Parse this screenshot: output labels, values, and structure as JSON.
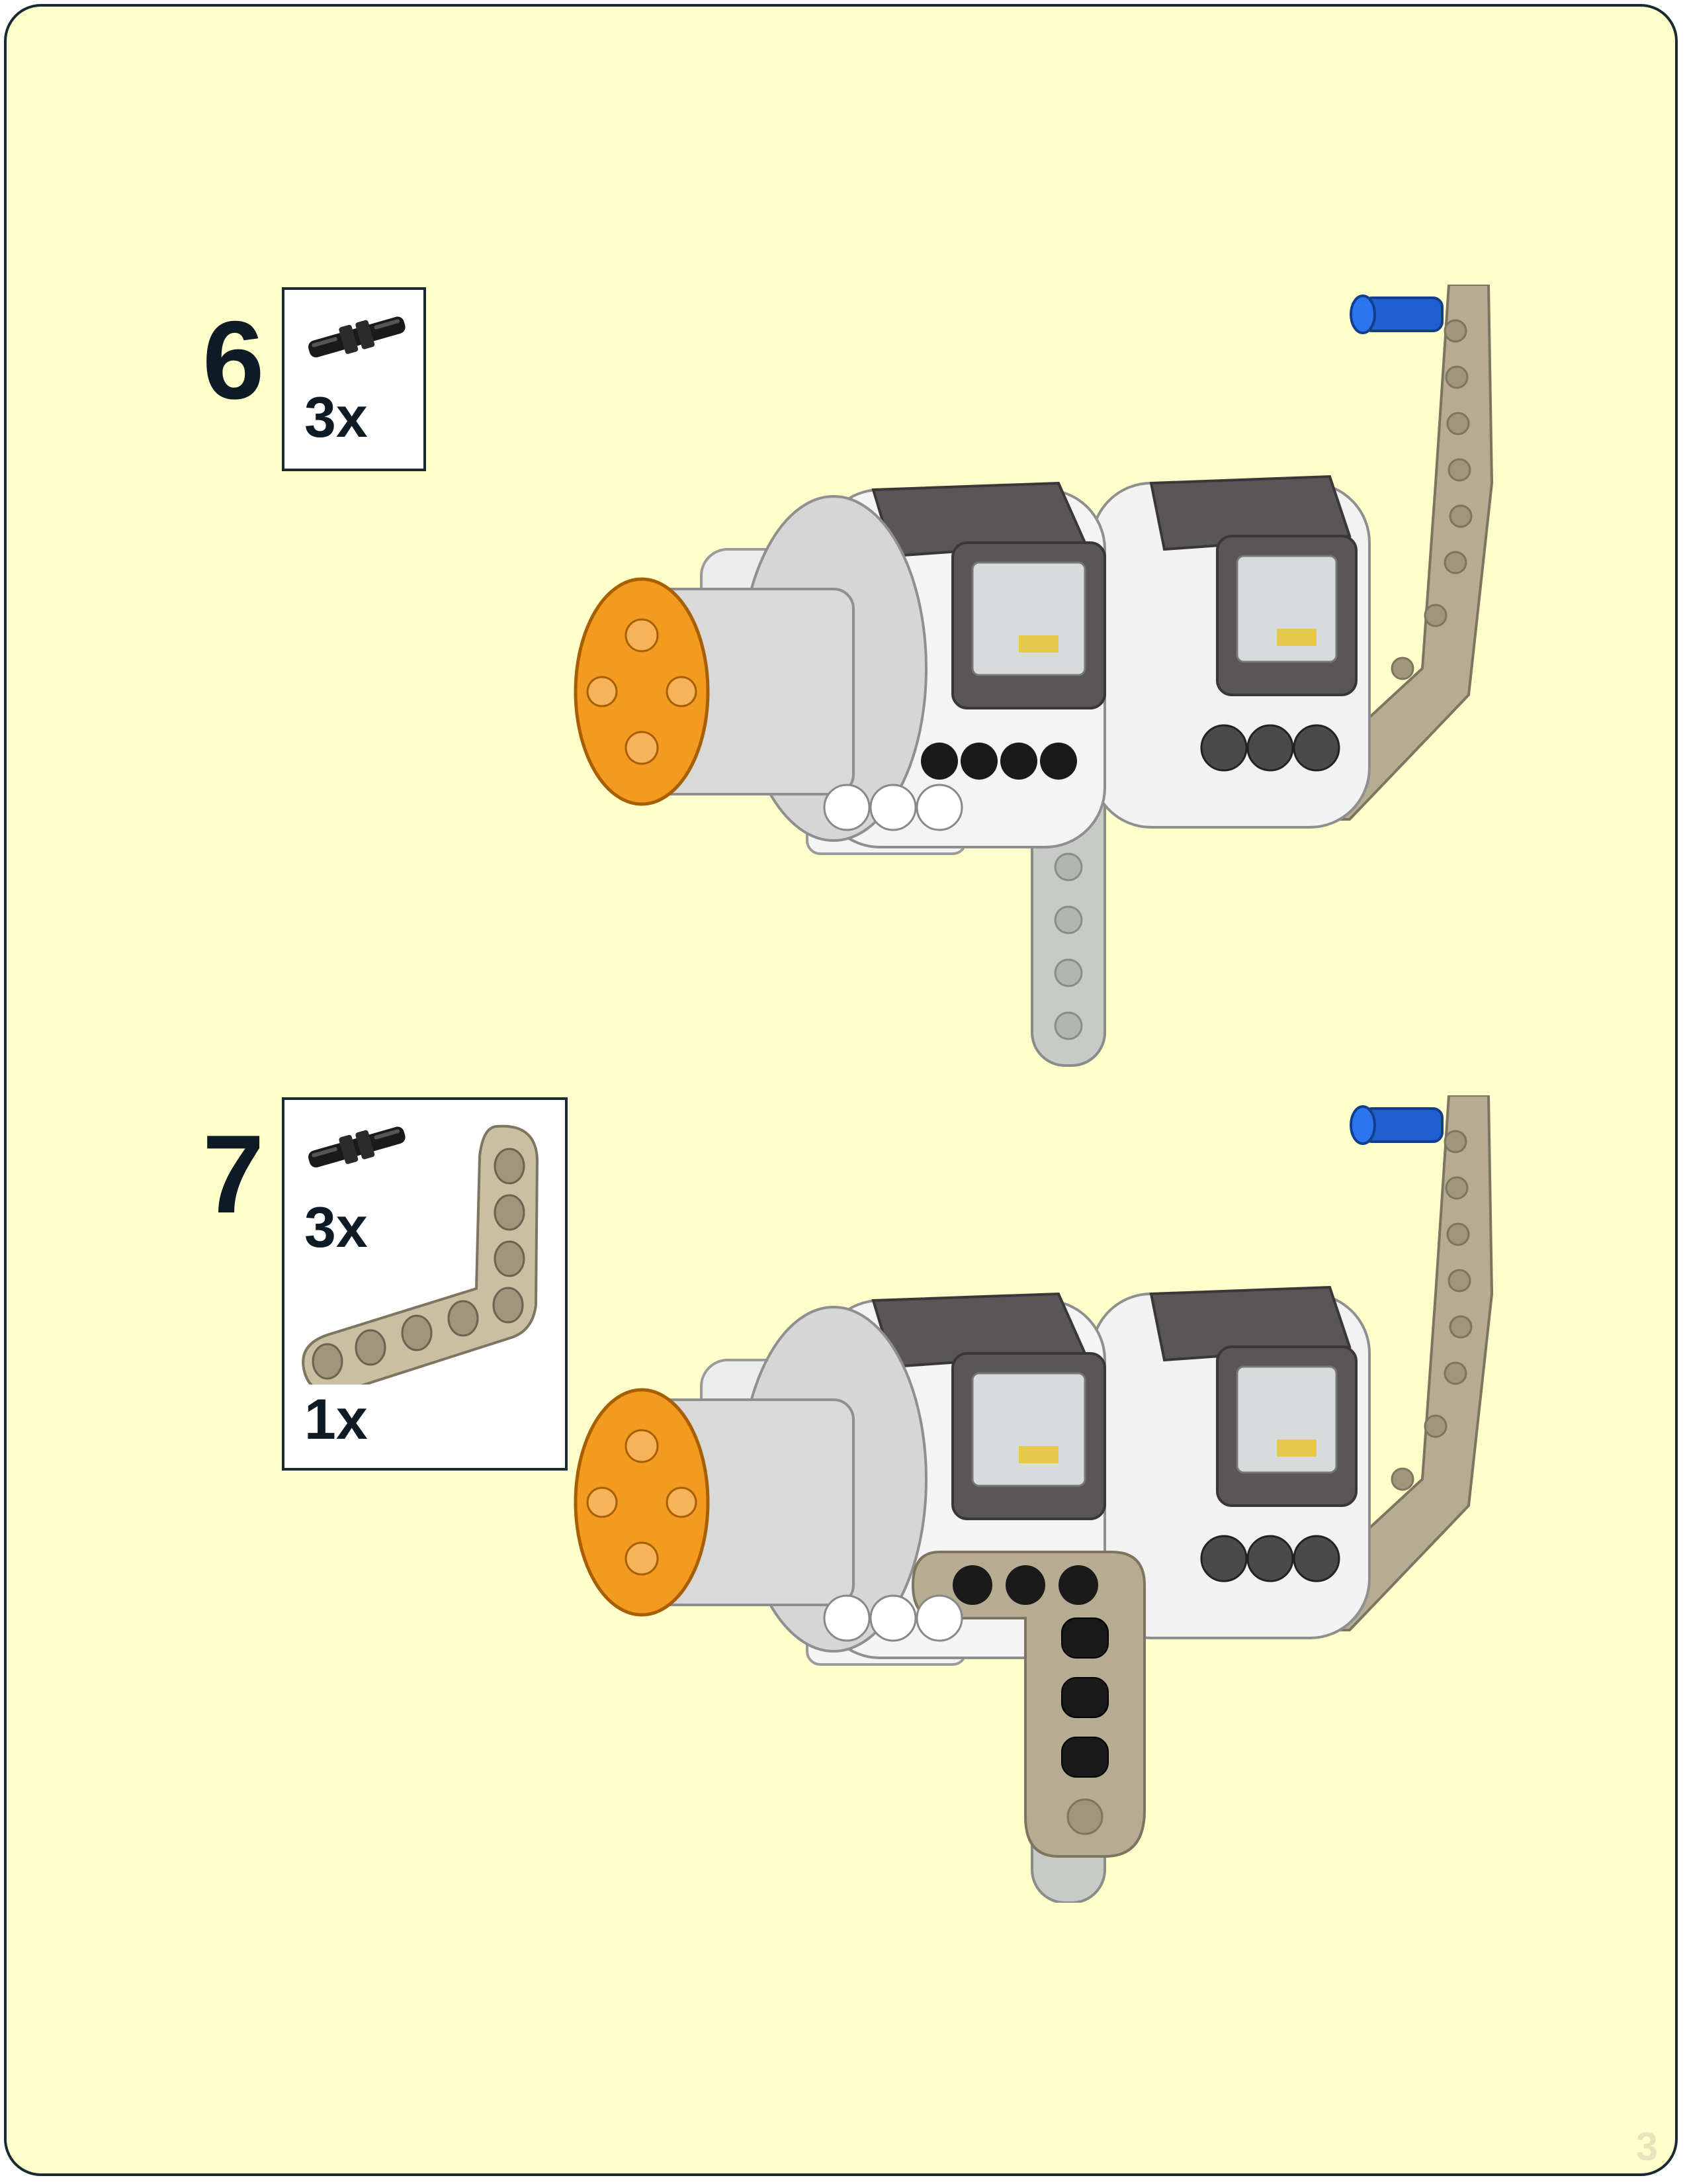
{
  "steps": [
    {
      "number": "6",
      "parts": [
        {
          "icon": "black-friction-pin-icon",
          "quantity": "3x"
        }
      ]
    },
    {
      "number": "7",
      "parts": [
        {
          "icon": "black-friction-pin-icon",
          "quantity": "3x"
        },
        {
          "icon": "tan-l-beam-icon",
          "quantity": "1x"
        }
      ]
    }
  ],
  "page_number": "3",
  "colors": {
    "background": "#ffffcc",
    "frame": "#1a2a35",
    "motor_white": "#f2f2f2",
    "motor_dark": "#5a5658",
    "hub_orange": "#f39a20",
    "beam_tan": "#b5ac92",
    "beam_gray": "#c8cac8",
    "pin_black": "#1a1a1a",
    "pin_blue": "#1f5fd0"
  }
}
